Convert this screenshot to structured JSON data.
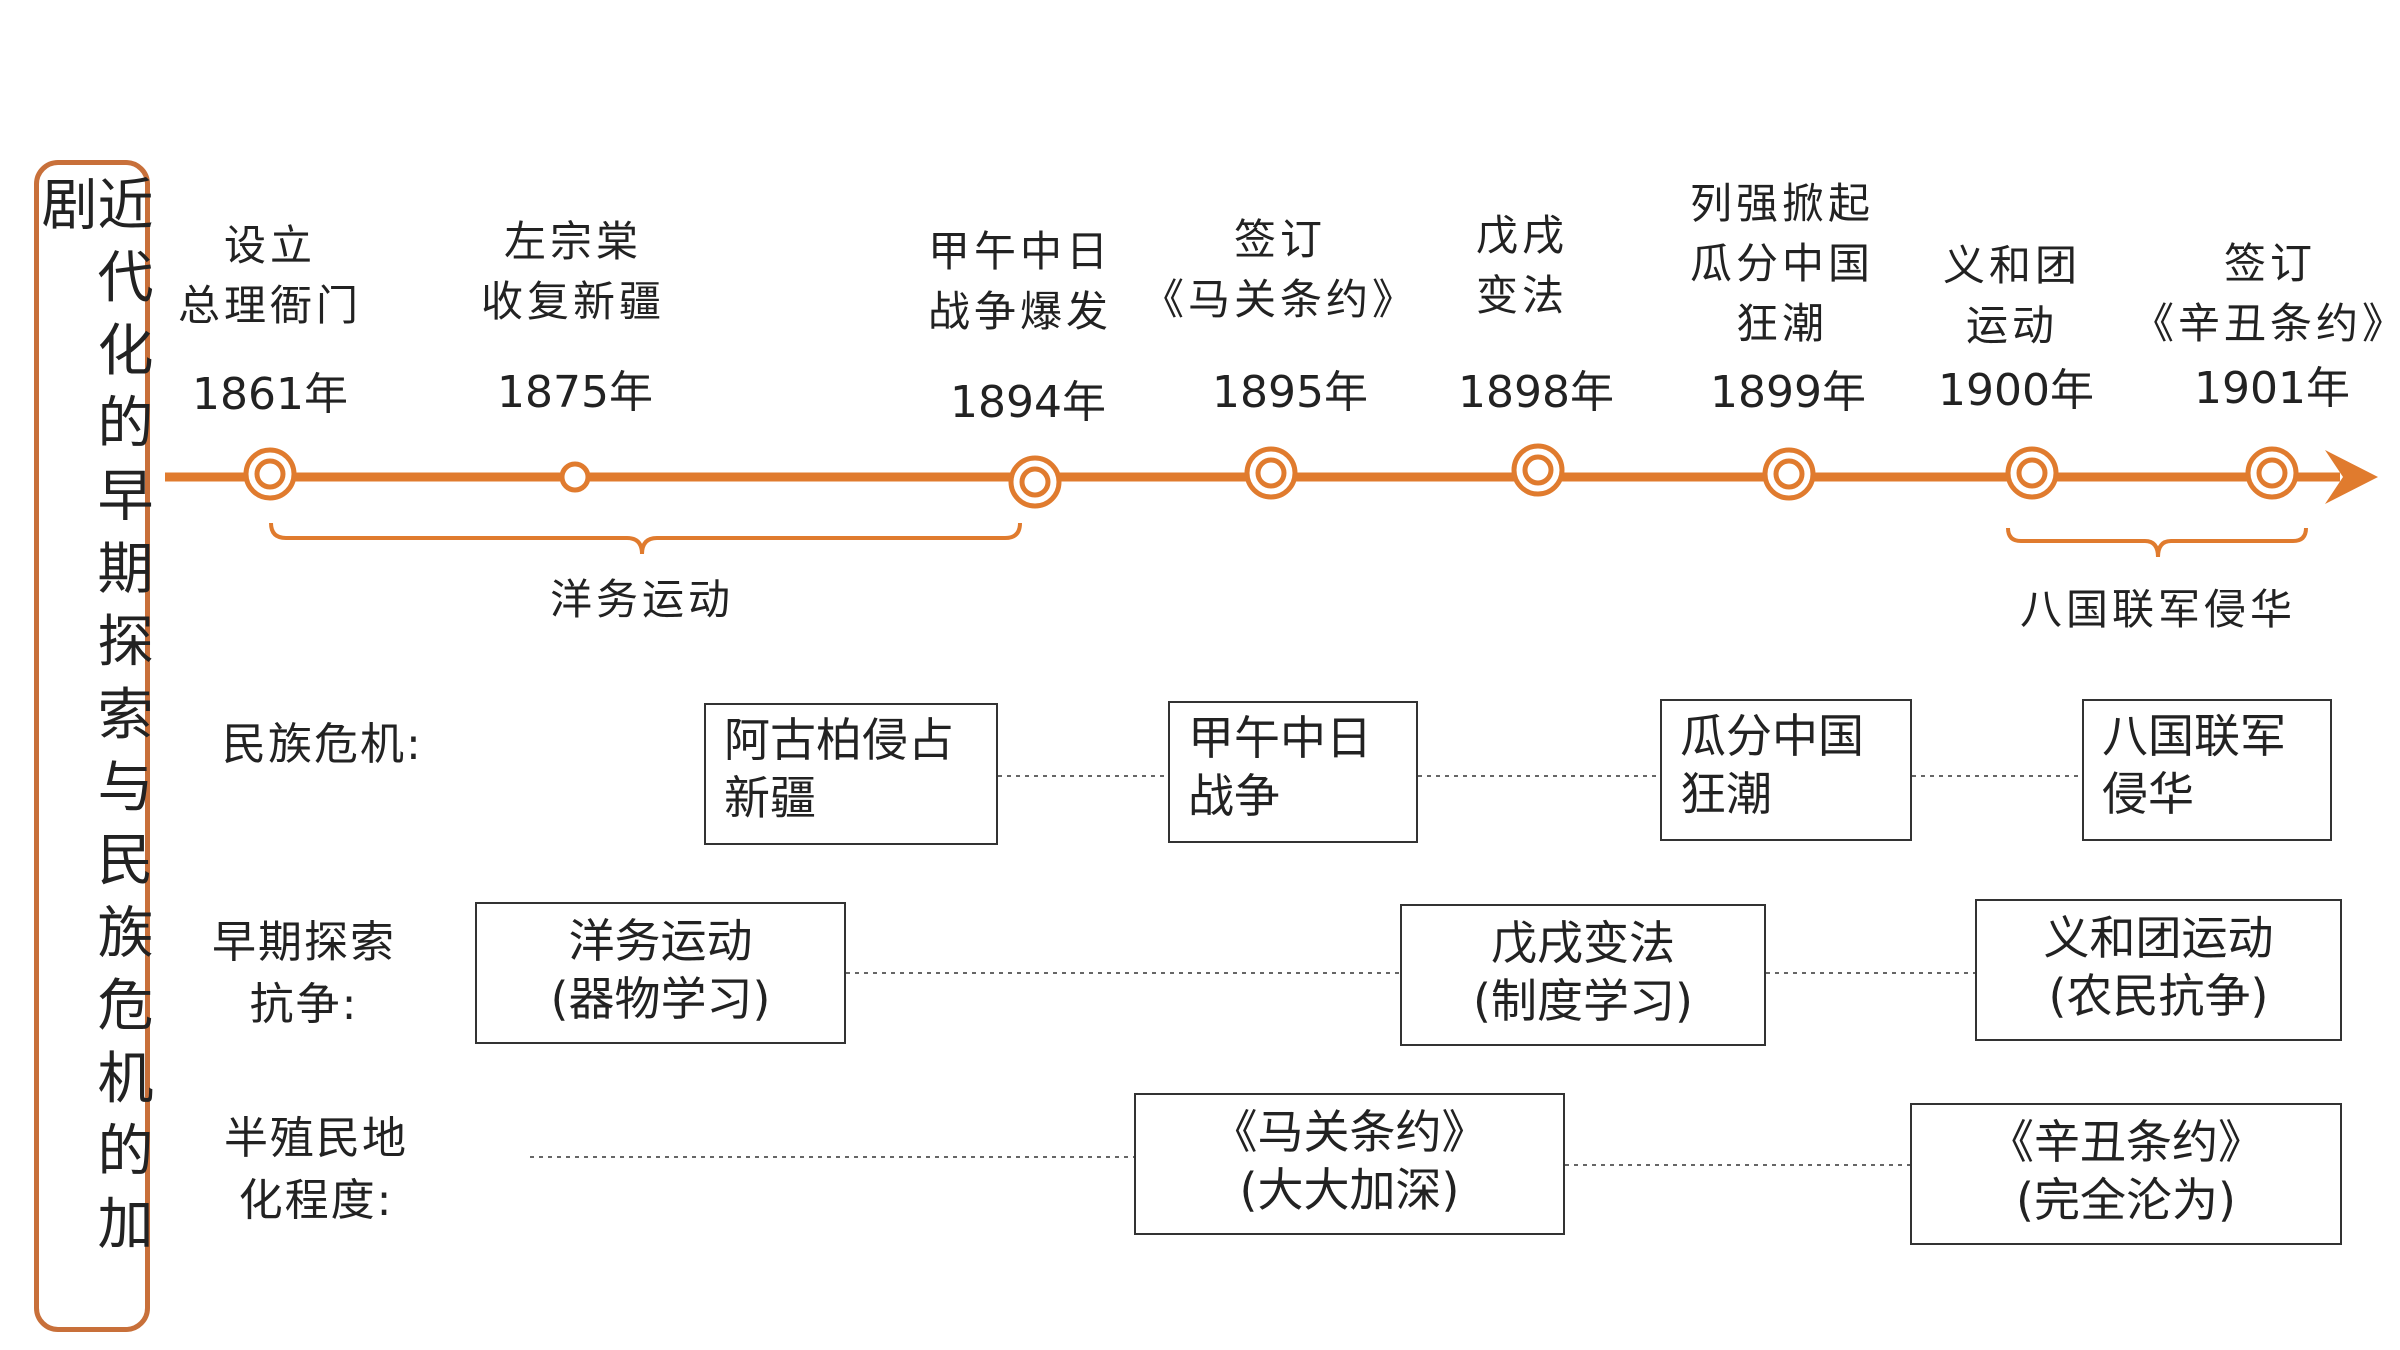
{
  "title": "近代化的早期探索与民族危机的加剧",
  "colors": {
    "accent": "#e07b2e",
    "border": "#c8703a",
    "box_border": "#333333"
  },
  "timeline": {
    "events": [
      {
        "label": "设立\n总理衙门",
        "year": "1861年",
        "marker": "double-circle"
      },
      {
        "label": "左宗棠\n收复新疆",
        "year": "1875年",
        "marker": "small-circle"
      },
      {
        "label": "甲午中日\n战争爆发",
        "year": "1894年",
        "marker": "double-circle"
      },
      {
        "label": "签订\n《马关条约》",
        "year": "1895年",
        "marker": "double-circle"
      },
      {
        "label": "戊戌\n变法",
        "year": "1898年",
        "marker": "double-circle"
      },
      {
        "label": "列强掀起\n瓜分中国\n狂潮",
        "year": "1899年",
        "marker": "double-circle"
      },
      {
        "label": "义和团\n运动",
        "year": "1900年",
        "marker": "double-circle"
      },
      {
        "label": "签订\n《辛丑条约》",
        "year": "1901年",
        "marker": "double-circle"
      }
    ],
    "brackets": [
      {
        "label": "洋务运动"
      },
      {
        "label": "八国联军侵华"
      }
    ]
  },
  "rows": [
    {
      "label": "民族危机:",
      "boxes": [
        "阿古柏侵占\n新疆",
        "甲午中日\n战争",
        "瓜分中国\n狂潮",
        "八国联军\n侵华"
      ]
    },
    {
      "label": "早期探索\n抗争:",
      "boxes": [
        "洋务运动\n(器物学习)",
        "戊戌变法\n(制度学习)",
        "义和团运动\n(农民抗争)"
      ]
    },
    {
      "label": "半殖民地\n化程度:",
      "boxes": [
        "《马关条约》\n(大大加深)",
        "《辛丑条约》\n(完全沦为)"
      ]
    }
  ]
}
